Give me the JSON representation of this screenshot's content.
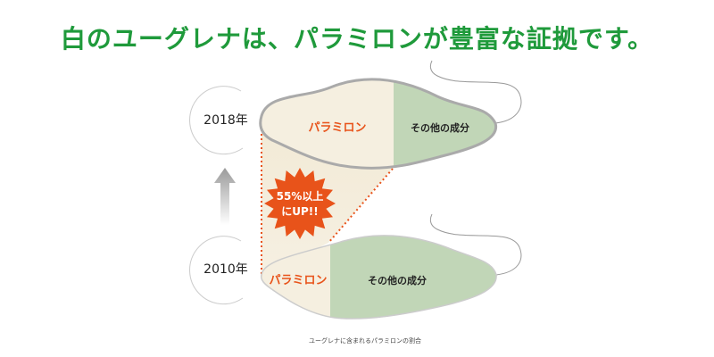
{
  "title": "白のユーグレナは、パラミロンが豊富な証拠です。",
  "years": {
    "top": "2018年",
    "bottom": "2010年"
  },
  "segments": {
    "paramylon": "パラミロン",
    "other": "その他の成分"
  },
  "badge": {
    "line1": "55%以上",
    "line2": "にUP!!"
  },
  "caption": "ユーグレナに含まれるパラミロンの割合",
  "colors": {
    "title": "#1f9a3b",
    "accent": "#e8531a",
    "other": "#c1d6b7",
    "paramylon": "#f4efdf"
  }
}
